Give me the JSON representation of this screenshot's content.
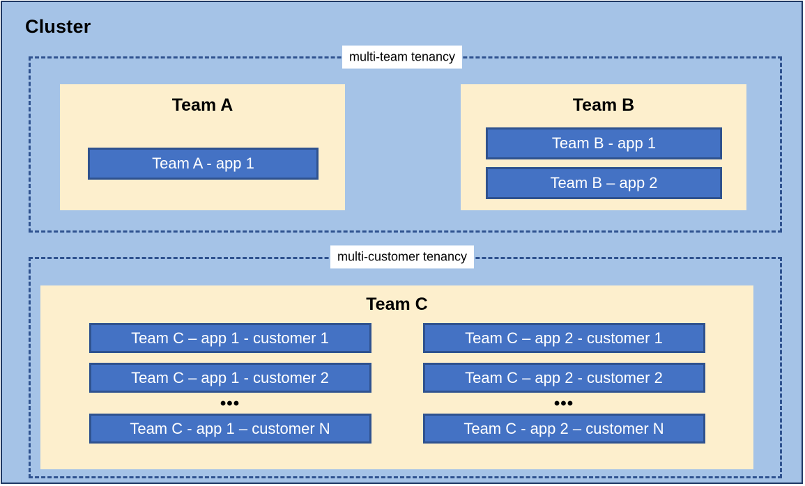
{
  "cluster": {
    "title": "Cluster",
    "background_color": "#A5C3E7",
    "border_color": "#1F3864"
  },
  "zones": [
    {
      "id": "multi-team",
      "label": "multi-team tenancy",
      "border_color": "#2F528F",
      "label_background": "#FFFFFF"
    },
    {
      "id": "multi-customer",
      "label": "multi-customer tenancy",
      "border_color": "#2F528F",
      "label_background": "#FFFFFF"
    }
  ],
  "teams": {
    "team_a": {
      "title": "Team A",
      "box_color": "#FDEFCD",
      "apps": [
        {
          "label": "Team A - app 1"
        }
      ]
    },
    "team_b": {
      "title": "Team B",
      "box_color": "#FDEFCD",
      "apps": [
        {
          "label": "Team B - app 1"
        },
        {
          "label": "Team B – app 2"
        }
      ]
    },
    "team_c": {
      "title": "Team C",
      "box_color": "#FDEFCD",
      "columns": [
        {
          "id": "app-1",
          "apps": [
            {
              "label": "Team C – app 1 - customer 1"
            },
            {
              "label": "Team C – app 1 - customer 2"
            }
          ],
          "ellipsis": "•••",
          "last_app": {
            "label": "Team C - app 1 – customer N"
          }
        },
        {
          "id": "app-2",
          "apps": [
            {
              "label": "Team C – app 2 - customer 1"
            },
            {
              "label": "Team C – app 2 - customer 2"
            }
          ],
          "ellipsis": "•••",
          "last_app": {
            "label": "Team C - app 2 – customer N"
          }
        }
      ]
    }
  },
  "app_chip_style": {
    "fill": "#4472C4",
    "border": "#2F528F",
    "text": "#FFFFFF"
  }
}
